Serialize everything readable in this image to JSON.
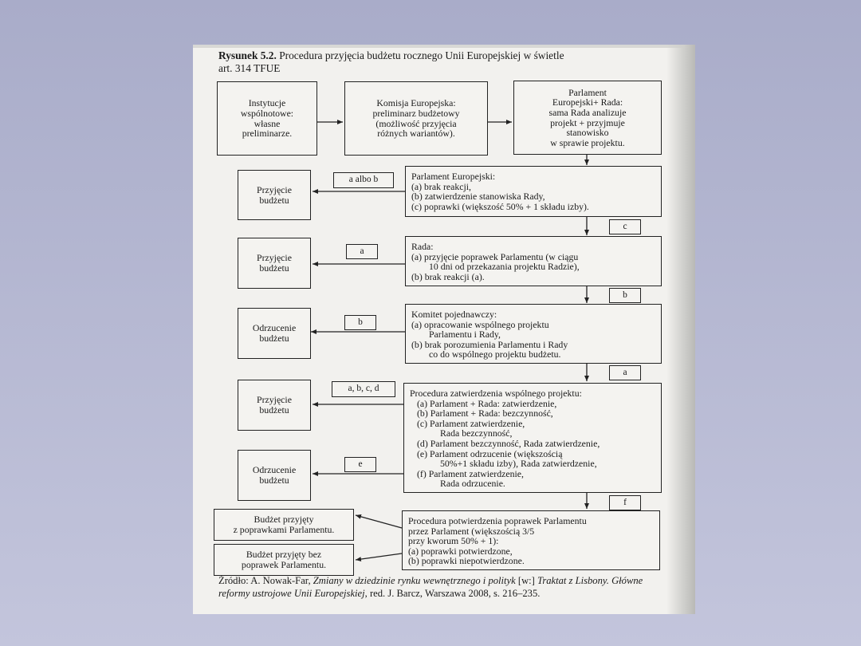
{
  "figure": {
    "title_label": "Rysunek 5.2.",
    "title_text": "Procedura przyjęcia budżetu rocznego Unii Europejskiej w świetle",
    "title_line2": "art. 314 TFUE"
  },
  "boxes": {
    "instytucje": [
      "Instytucje",
      "wspólnotowe:",
      "własne",
      "preliminarze."
    ],
    "komisja": [
      "Komisja Europejska:",
      "preliminarz budżetowy",
      "(możliwość przyjęcia",
      "różnych wariantów)."
    ],
    "parlament_rada": [
      "Parlament",
      "Europejski+ Rada:",
      "sama Rada analizuje",
      "projekt + przyjmuje",
      "stanowisko",
      "w sprawie projektu."
    ],
    "parlament_ep": [
      "Parlament Europejski:",
      "(a)  brak reakcji,",
      "(b)  zatwierdzenie stanowiska Rady,",
      "(c)  poprawki (większość 50% + 1 składu izby)."
    ],
    "rada": [
      "Rada:",
      "(a)  przyjęcie poprawek Parlamentu (w ciągu",
      "10 dni od przekazania projektu Radzie),",
      "(b)  brak reakcji (a)."
    ],
    "komitet": [
      "Komitet pojednawczy:",
      "(a)  opracowanie wspólnego projektu",
      "Parlamentu i Rady,",
      "(b)  brak porozumienia Parlamentu i Rady",
      "co do wspólnego projektu budżetu."
    ],
    "procedura_zatw": [
      "Procedura zatwierdzenia wspólnego projektu:",
      "(a)  Parlament + Rada: zatwierdzenie,",
      "(b)  Parlament + Rada: bezczynność,",
      "(c)  Parlament zatwierdzenie,",
      "Rada bezczynność,",
      "(d)  Parlament bezczynność, Rada zatwierdzenie,",
      "(e)  Parlament odrzucenie (większością",
      "50%+1 składu izby), Rada zatwierdzenie,",
      "(f)  Parlament zatwierdzenie,",
      "Rada odrzucenie."
    ],
    "procedura_potw": [
      "Procedura potwierdzenia poprawek Parlamentu",
      "przez Parlament (większością 3/5",
      "przy kworum 50% + 1):",
      "(a)  poprawki potwierdzone,",
      "(b)  poprawki niepotwierdzone."
    ],
    "przyjecie_1": [
      "Przyjęcie",
      "budżetu"
    ],
    "przyjecie_2": [
      "Przyjęcie",
      "budżetu"
    ],
    "odrzucenie_1": [
      "Odrzucenie",
      "budżetu"
    ],
    "przyjecie_3": [
      "Przyjęcie",
      "budżetu"
    ],
    "odrzucenie_2": [
      "Odrzucenie",
      "budżetu"
    ],
    "budzet_z_poprawkami": [
      "Budżet przyjęty",
      "z poprawkami Parlamentu."
    ],
    "budzet_bez_poprawek": [
      "Budżet przyjęty bez",
      "poprawek Parlamentu."
    ]
  },
  "tags": {
    "a_albo_b": "a albo b",
    "c": "c",
    "a1": "a",
    "b1": "b",
    "b2": "b",
    "a2": "a",
    "abcd": "a, b, c, d",
    "e": "e",
    "f": "f"
  },
  "source": {
    "prefix": "Źródło: A. Nowak-Far, ",
    "italic1": "Zmiany w dziedzinie rynku wewnętrznego i polityk",
    "mid": " [w:] ",
    "italic2": "Traktat z Lisbony. Główne reformy ustrojowe Unii Europejskiej",
    "suffix": ", red. J. Barcz, Warszawa 2008, s. 216–235."
  }
}
